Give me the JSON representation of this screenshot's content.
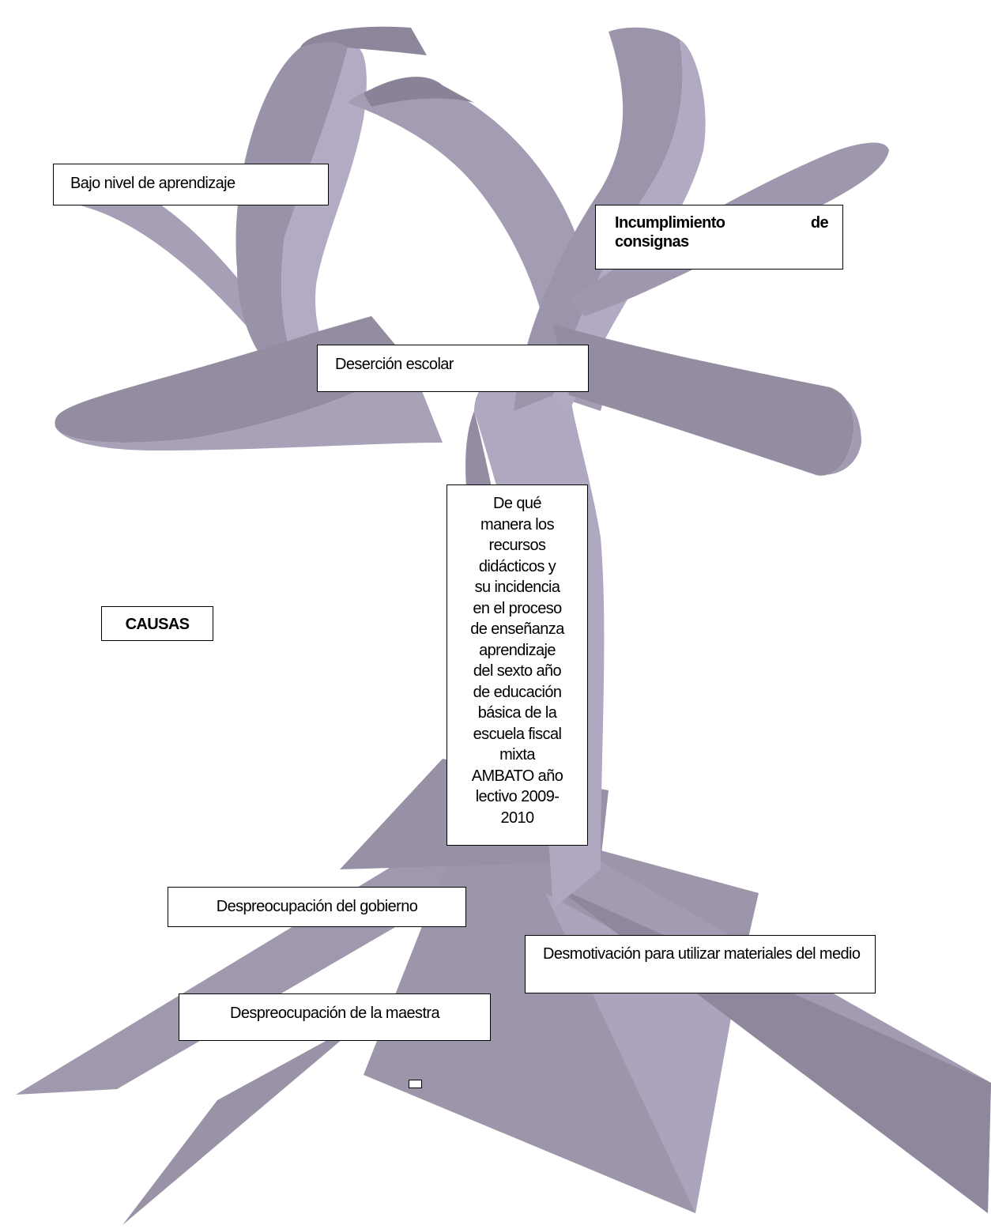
{
  "boxes": {
    "bajo_nivel": "Bajo nivel de aprendizaje",
    "incumplimiento_word1": "Incumplimiento",
    "incumplimiento_word2": "de",
    "incumplimiento_line2": "consignas",
    "desercion": "Deserción escolar",
    "problem_lines": [
      "De qué",
      "manera los",
      "recursos",
      "didácticos y",
      "su incidencia",
      "en el proceso",
      "de enseñanza",
      "aprendizaje",
      "del sexto año",
      "de educación",
      "básica de la",
      "escuela fiscal",
      "mixta",
      "AMBATO año",
      "lectivo 2009-",
      "2010"
    ],
    "causas": "CAUSAS",
    "gobierno": "Despreocupación del gobierno",
    "desmotivacion": "Desmotivación para utilizar materiales del medio",
    "maestra": "Despreocupación de la maestra"
  },
  "colors": {
    "tree_light": "#b1a8c1",
    "tree_mid": "#9e96ab",
    "tree_dark": "#8a8296"
  }
}
